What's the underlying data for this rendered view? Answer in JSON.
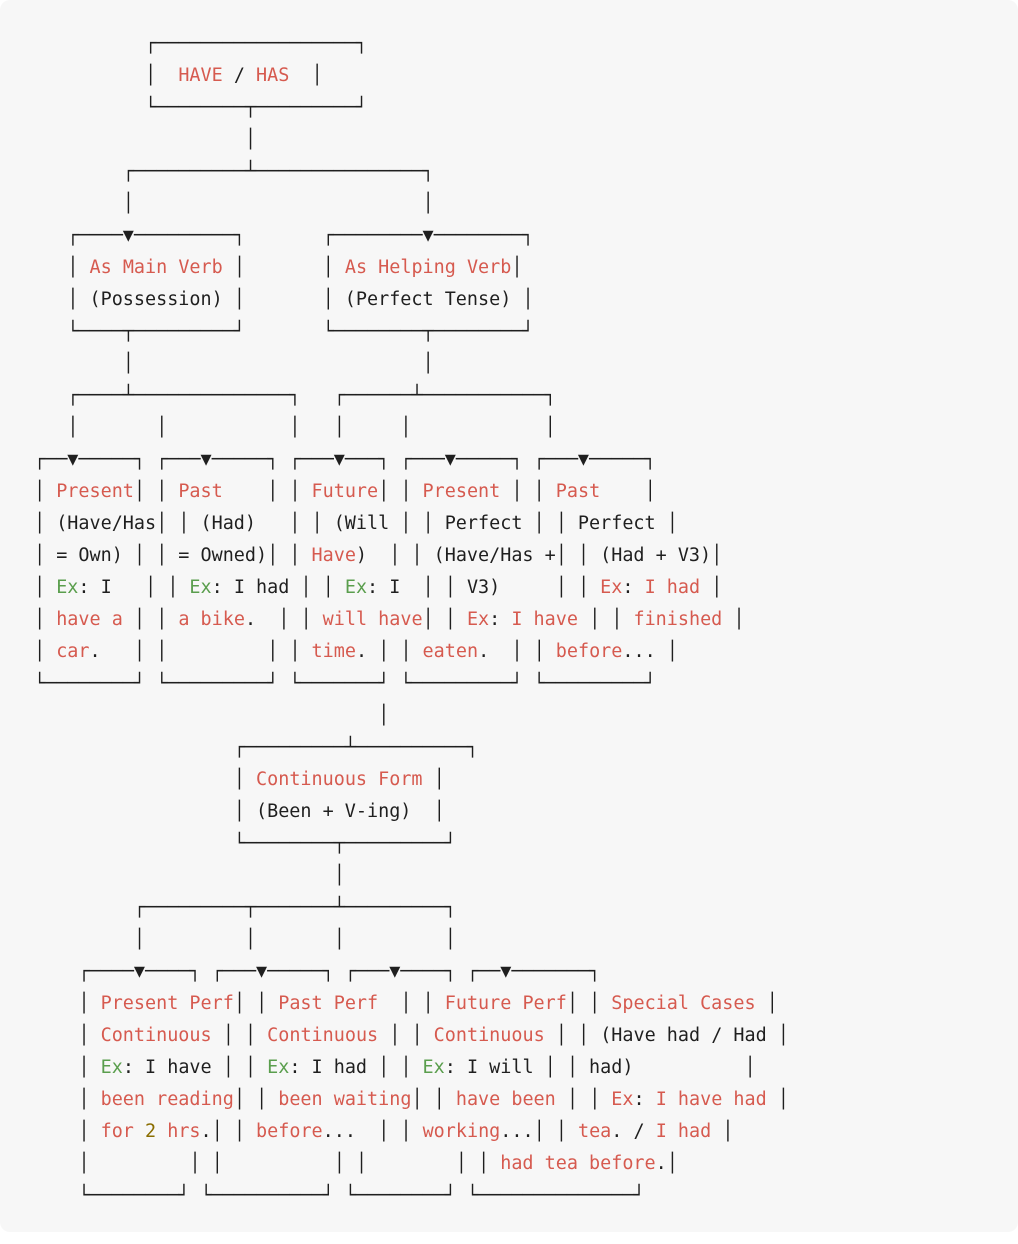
{
  "diagram_lines": [
    [
      {
        "s": "          ┌──────────────────┐"
      }
    ],
    [
      {
        "s": "          │  "
      },
      {
        "c": "t",
        "s": "HAVE"
      },
      {
        "s": " / "
      },
      {
        "c": "t",
        "s": "HAS"
      },
      {
        "s": "  │"
      }
    ],
    [
      {
        "s": "          └────────┬─────────┘"
      }
    ],
    [
      {
        "s": "                   │"
      }
    ],
    [
      {
        "s": "        ┌──────────┴───────────────┐"
      }
    ],
    [
      {
        "s": "        │                          │"
      }
    ],
    [
      {
        "s": "   ┌────▼─────────┐       ┌────────▼────────┐"
      }
    ],
    [
      {
        "s": "   │ "
      },
      {
        "c": "t",
        "s": "As Main Verb"
      },
      {
        "s": " │       │ "
      },
      {
        "c": "t",
        "s": "As Helping Verb"
      },
      {
        "s": "│"
      }
    ],
    [
      {
        "s": "   │ (Possession) │       │ (Perfect Tense) │"
      }
    ],
    [
      {
        "s": "   └────┬─────────┘       └────────┬────────┘"
      }
    ],
    [
      {
        "s": "        │                          │"
      }
    ],
    [
      {
        "s": "   ┌────┴──────────────┐   ┌──────┴───────────┐"
      }
    ],
    [
      {
        "s": "   │       │           │   │     │            │"
      }
    ],
    [
      {
        "s": "┌──▼─────┐ ┌───▼─────┐ ┌───▼───┐ ┌───▼─────┐ ┌───▼─────┐"
      }
    ],
    [
      {
        "s": "│ "
      },
      {
        "c": "t",
        "s": "Present"
      },
      {
        "s": "│ │ "
      },
      {
        "c": "t",
        "s": "Past"
      },
      {
        "s": "    │ │ "
      },
      {
        "c": "t",
        "s": "Future"
      },
      {
        "s": "│ │ "
      },
      {
        "c": "t",
        "s": "Present"
      },
      {
        "s": " │ │ "
      },
      {
        "c": "t",
        "s": "Past"
      },
      {
        "s": "    │"
      }
    ],
    [
      {
        "s": "│ (Have/Has│ │ (Had)   │ │ (Will │ │ Perfect │ │ Perfect │"
      }
    ],
    [
      {
        "s": "│ = Own) │ │ = Owned)│ │ "
      },
      {
        "c": "t",
        "s": "Have"
      },
      {
        "s": ")  │ │ (Have/Has +│ │ (Had + V3)│"
      }
    ],
    [
      {
        "s": "│ "
      },
      {
        "c": "g",
        "s": "Ex"
      },
      {
        "s": ": I   │ │ "
      },
      {
        "c": "g",
        "s": "Ex"
      },
      {
        "s": ": I had │ │ "
      },
      {
        "c": "g",
        "s": "Ex"
      },
      {
        "s": ": I  │ │ V3)     │ │ "
      },
      {
        "c": "t",
        "s": "Ex"
      },
      {
        "s": ": "
      },
      {
        "c": "t",
        "s": "I had"
      },
      {
        "s": " │"
      }
    ],
    [
      {
        "s": "│ "
      },
      {
        "c": "t",
        "s": "have a"
      },
      {
        "s": " │ │ "
      },
      {
        "c": "t",
        "s": "a bike"
      },
      {
        "s": ".  │ │ "
      },
      {
        "c": "t",
        "s": "will have"
      },
      {
        "s": "│ │ "
      },
      {
        "c": "t",
        "s": "Ex"
      },
      {
        "s": ": "
      },
      {
        "c": "t",
        "s": "I have"
      },
      {
        "s": " │ │ "
      },
      {
        "c": "t",
        "s": "finished"
      },
      {
        "s": " │"
      }
    ],
    [
      {
        "s": "│ "
      },
      {
        "c": "t",
        "s": "car"
      },
      {
        "s": ".   │ │         │ │ "
      },
      {
        "c": "t",
        "s": "time"
      },
      {
        "s": ". │ │ "
      },
      {
        "c": "t",
        "s": "eaten"
      },
      {
        "s": ".  │ │ "
      },
      {
        "c": "t",
        "s": "before"
      },
      {
        "s": "... │"
      }
    ],
    [
      {
        "s": "└────────┘ └─────────┘ └───────┘ └─────────┘ └─────────┘"
      }
    ],
    [
      {
        "s": "                               │"
      }
    ],
    [
      {
        "s": "                  ┌─────────┴──────────┐"
      }
    ],
    [
      {
        "s": "                  │ "
      },
      {
        "c": "t",
        "s": "Continuous Form"
      },
      {
        "s": " │"
      }
    ],
    [
      {
        "s": "                  │ (Been + V-ing)  │"
      }
    ],
    [
      {
        "s": "                  └────────┬─────────┘"
      }
    ],
    [
      {
        "s": "                           │"
      }
    ],
    [
      {
        "s": "         ┌─────────┬───────┴─────────┐"
      }
    ],
    [
      {
        "s": "         │         │       │         │"
      }
    ],
    [
      {
        "s": "    ┌────▼────┐ ┌───▼─────┐ ┌───▼────┐ ┌──▼───────┐"
      }
    ],
    [
      {
        "s": "    │ "
      },
      {
        "c": "t",
        "s": "Present Perf"
      },
      {
        "s": "│ │ "
      },
      {
        "c": "t",
        "s": "Past Perf"
      },
      {
        "s": "  │ │ "
      },
      {
        "c": "t",
        "s": "Future Perf"
      },
      {
        "s": "│ │ "
      },
      {
        "c": "t",
        "s": "Special Cases"
      },
      {
        "s": " │"
      }
    ],
    [
      {
        "s": "    │ "
      },
      {
        "c": "t",
        "s": "Continuous"
      },
      {
        "s": " │ │ "
      },
      {
        "c": "t",
        "s": "Continuous"
      },
      {
        "s": " │ │ "
      },
      {
        "c": "t",
        "s": "Continuous"
      },
      {
        "s": " │ │ (Have had / Had │"
      }
    ],
    [
      {
        "s": "    │ "
      },
      {
        "c": "g",
        "s": "Ex"
      },
      {
        "s": ": I have │ │ "
      },
      {
        "c": "g",
        "s": "Ex"
      },
      {
        "s": ": I had │ │ "
      },
      {
        "c": "g",
        "s": "Ex"
      },
      {
        "s": ": I will │ │ had)          │"
      }
    ],
    [
      {
        "s": "    │ "
      },
      {
        "c": "t",
        "s": "been reading"
      },
      {
        "s": "│ │ "
      },
      {
        "c": "t",
        "s": "been waiting"
      },
      {
        "s": "│ │ "
      },
      {
        "c": "t",
        "s": "have been"
      },
      {
        "s": " │ │ "
      },
      {
        "c": "t",
        "s": "Ex"
      },
      {
        "s": ": "
      },
      {
        "c": "t",
        "s": "I have had"
      },
      {
        "s": " │"
      }
    ],
    [
      {
        "s": "    │ "
      },
      {
        "c": "t",
        "s": "for "
      },
      {
        "c": "n",
        "s": "2"
      },
      {
        "c": "t",
        "s": " hrs"
      },
      {
        "s": ".│ │ "
      },
      {
        "c": "t",
        "s": "before"
      },
      {
        "s": "...  │ │ "
      },
      {
        "c": "t",
        "s": "working"
      },
      {
        "s": "...│ │ "
      },
      {
        "c": "t",
        "s": "tea"
      },
      {
        "s": ". / "
      },
      {
        "c": "t",
        "s": "I had"
      },
      {
        "s": " │"
      }
    ],
    [
      {
        "s": "    │         │ │          │ │        │ │ "
      },
      {
        "c": "t",
        "s": "had tea before"
      },
      {
        "s": ".│"
      }
    ],
    [
      {
        "s": "    └────────┘ └──────────┘ └────────┘ └──────────────┘"
      }
    ]
  ]
}
